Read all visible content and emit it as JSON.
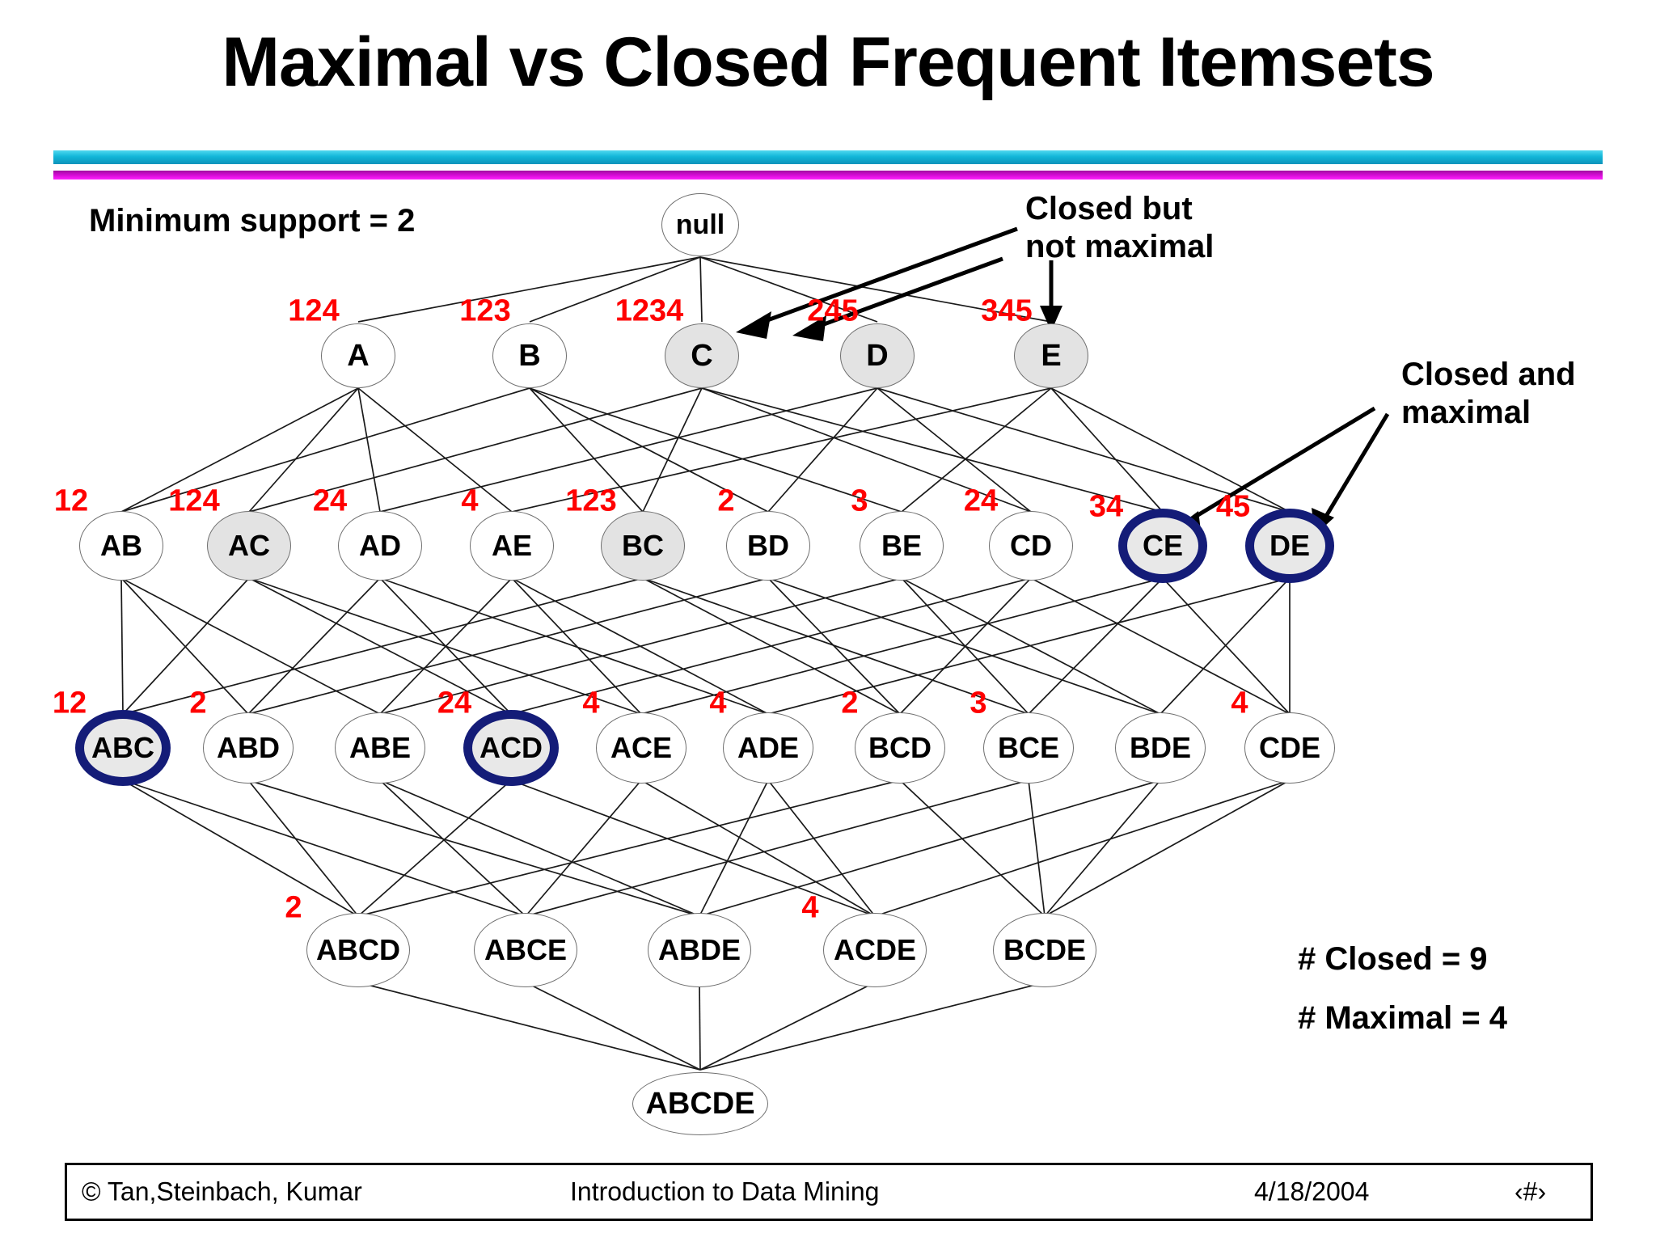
{
  "slide": {
    "title": "Maximal vs Closed Frequent Itemsets",
    "min_support": "Minimum support = 2",
    "annotations": {
      "closed_not_maximal": "Closed but\nnot maximal",
      "closed_and_maximal": "Closed and\nmaximal"
    },
    "counts": {
      "closed": "# Closed = 9",
      "maximal": "# Maximal = 4"
    },
    "accent_colors": {
      "rule_cyan": "#12b6d8",
      "rule_magenta": "#d40cd4",
      "support_red": "#ff0000",
      "ring_blue": "#141c78",
      "node_shade": "#e3e3e3"
    }
  },
  "lattice": {
    "root": {
      "label": "null",
      "support": "",
      "style": "plain"
    },
    "level1": [
      {
        "label": "A",
        "support": "124",
        "style": "plain"
      },
      {
        "label": "B",
        "support": "123",
        "style": "plain"
      },
      {
        "label": "C",
        "support": "1234",
        "style": "shaded"
      },
      {
        "label": "D",
        "support": "245",
        "style": "shaded"
      },
      {
        "label": "E",
        "support": "345",
        "style": "shaded"
      }
    ],
    "level2": [
      {
        "label": "AB",
        "support": "12",
        "style": "plain"
      },
      {
        "label": "AC",
        "support": "124",
        "style": "shaded"
      },
      {
        "label": "AD",
        "support": "24",
        "style": "plain"
      },
      {
        "label": "AE",
        "support": "4",
        "style": "plain"
      },
      {
        "label": "BC",
        "support": "123",
        "style": "shaded"
      },
      {
        "label": "BD",
        "support": "2",
        "style": "plain"
      },
      {
        "label": "BE",
        "support": "3",
        "style": "plain"
      },
      {
        "label": "CD",
        "support": "24",
        "style": "plain"
      },
      {
        "label": "CE",
        "support": "34",
        "style": "ringed"
      },
      {
        "label": "DE",
        "support": "45",
        "style": "ringed"
      }
    ],
    "level3": [
      {
        "label": "ABC",
        "support": "12",
        "style": "ringed"
      },
      {
        "label": "ABD",
        "support": "2",
        "style": "plain"
      },
      {
        "label": "ABE",
        "support": "",
        "style": "plain"
      },
      {
        "label": "ACD",
        "support": "24",
        "style": "ringed"
      },
      {
        "label": "ACE",
        "support": "4",
        "style": "plain"
      },
      {
        "label": "ADE",
        "support": "4",
        "style": "plain"
      },
      {
        "label": "BCD",
        "support": "2",
        "style": "plain"
      },
      {
        "label": "BCE",
        "support": "3",
        "style": "plain"
      },
      {
        "label": "BDE",
        "support": "",
        "style": "plain"
      },
      {
        "label": "CDE",
        "support": "4",
        "style": "plain"
      }
    ],
    "level4": [
      {
        "label": "ABCD",
        "support": "2",
        "style": "plain"
      },
      {
        "label": "ABCE",
        "support": "",
        "style": "plain"
      },
      {
        "label": "ABDE",
        "support": "",
        "style": "plain"
      },
      {
        "label": "ACDE",
        "support": "4",
        "style": "plain"
      },
      {
        "label": "BCDE",
        "support": "",
        "style": "plain"
      }
    ],
    "level5": [
      {
        "label": "ABCDE",
        "support": "",
        "style": "plain"
      }
    ]
  },
  "footer": {
    "copyright": "© Tan,Steinbach, Kumar",
    "center": "Introduction to Data Mining",
    "date": "4/18/2004",
    "page": "‹#›"
  }
}
